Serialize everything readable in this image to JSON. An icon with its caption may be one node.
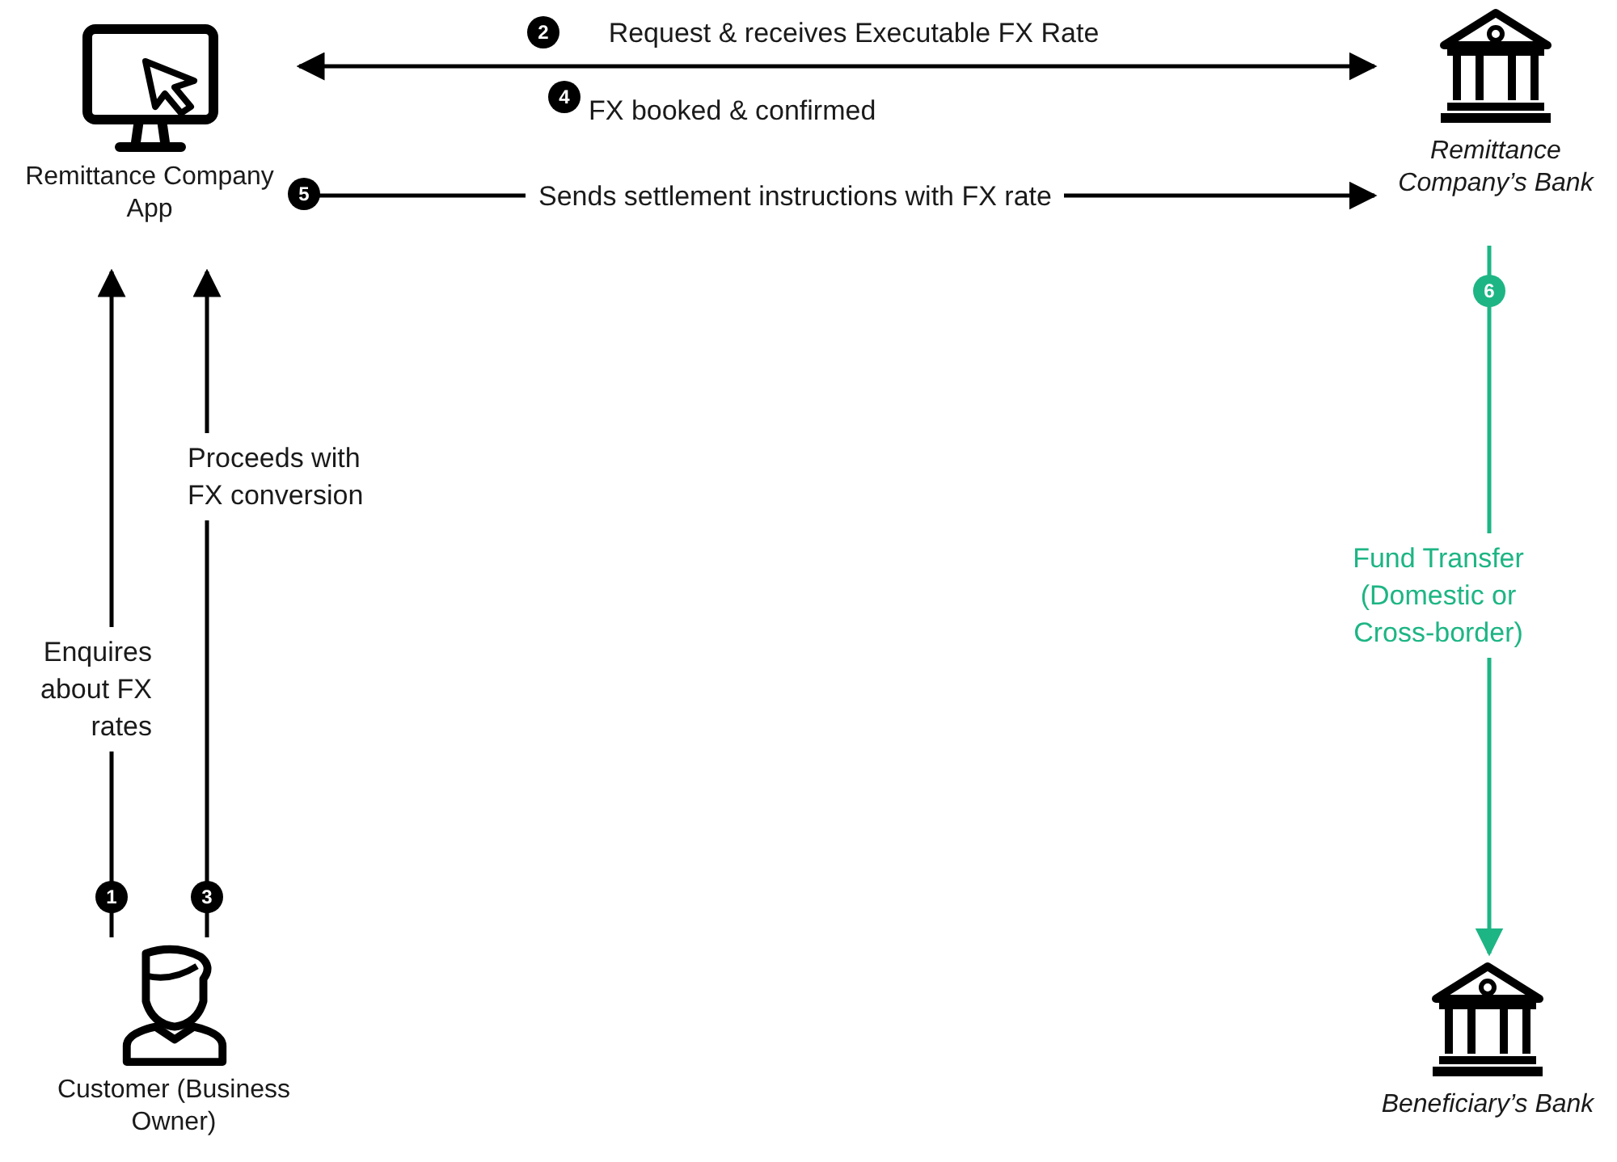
{
  "diagram": {
    "nodes": [
      {
        "text": [
          "Remittance Company App"
        ]
      },
      {
        "text": [
          "Remittance Company’s Bank"
        ]
      },
      {
        "text": [
          "Customer (Business Owner)"
        ]
      },
      {
        "text": [
          "Beneficiary’s Bank"
        ]
      }
    ],
    "edges": [
      {
        "from": 0,
        "to": 1,
        "arrow": "both",
        "label": "Request & receives Executable FX Rate"
      },
      {
        "from": 0,
        "to": 1,
        "arrow": "to",
        "label": "Sends settlement instructions with FX rate"
      },
      {
        "from": 2,
        "to": 0,
        "arrow": "to",
        "label": "Enquires about FX rates"
      },
      {
        "from": 2,
        "to": 0,
        "arrow": "to",
        "label": "Proceeds with FX conversion"
      },
      {
        "from": 1,
        "to": 3,
        "arrow": "to",
        "label": "Fund Transfer (Domestic or Cross-border)",
        "color": "#1db584"
      }
    ],
    "labels": [
      "2",
      "4",
      "FX booked & confirmed",
      "5",
      "6",
      "1",
      "3"
    ]
  }
}
